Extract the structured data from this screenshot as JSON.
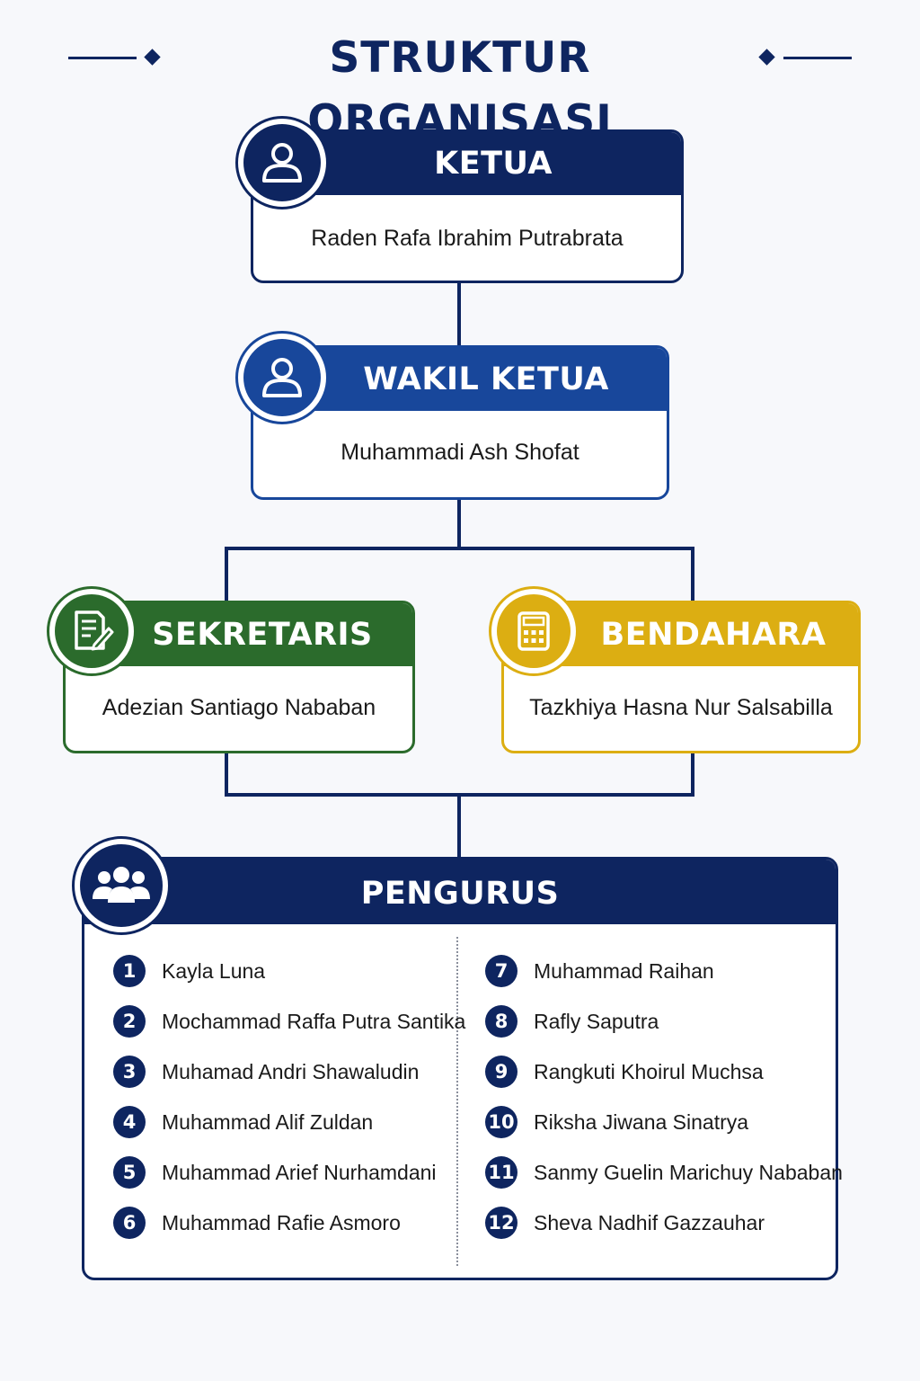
{
  "title": "STRUKTUR ORGANISASI",
  "colors": {
    "navy": "#0e2560",
    "blue": "#18479b",
    "green": "#2b6b2c",
    "gold": "#dcae12"
  },
  "ketua": {
    "role": "KETUA",
    "name": "Raden Rafa Ibrahim Putrabrata",
    "icon": "user-icon"
  },
  "wakil_ketua": {
    "role": "WAKIL KETUA",
    "name": "Muhammadi Ash Shofat",
    "icon": "user-icon"
  },
  "sekretaris": {
    "role": "SEKRETARIS",
    "name": "Adezian Santiago Nababan",
    "icon": "document-edit-icon"
  },
  "bendahara": {
    "role": "BENDAHARA",
    "name": "Tazkhiya Hasna Nur Salsabilla",
    "icon": "calculator-icon"
  },
  "pengurus": {
    "title": "PENGURUS",
    "icon": "group-icon",
    "members": [
      {
        "num": "1",
        "name": "Kayla Luna"
      },
      {
        "num": "2",
        "name": "Mochammad Raffa Putra Santika"
      },
      {
        "num": "3",
        "name": "Muhamad Andri Shawaludin"
      },
      {
        "num": "4",
        "name": "Muhammad Alif Zuldan"
      },
      {
        "num": "5",
        "name": "Muhammad Arief Nurhamdani"
      },
      {
        "num": "6",
        "name": "Muhammad Rafie Asmoro"
      },
      {
        "num": "7",
        "name": "Muhammad Raihan"
      },
      {
        "num": "8",
        "name": "Rafly Saputra"
      },
      {
        "num": "9",
        "name": "Rangkuti Khoirul Muchsa"
      },
      {
        "num": "10",
        "name": "Riksha Jiwana Sinatrya"
      },
      {
        "num": "11",
        "name": "Sanmy Guelin Marichuy Nababan"
      },
      {
        "num": "12",
        "name": "Sheva Nadhif Gazzauhar"
      }
    ]
  }
}
